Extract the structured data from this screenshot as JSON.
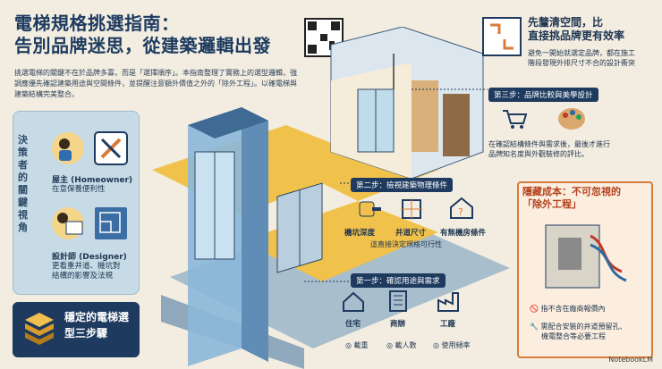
{
  "header": {
    "title_line1": "電梯規格挑選指南：",
    "title_line2": "告別品牌迷思，從建築邏輯出發"
  },
  "intro": "挑選電梯的關鍵不在於品牌多寡，而是「選擇順序」。本指南整理了實務上的選型邏輯，強調應優先確認建築用途與空間條件，並提醒注意額外價值之外的「除外工程」。以確電梯與建築結構完美整合。",
  "sidebar": {
    "label": "決策者的關鍵視角",
    "homeowner_title": "屋主 (Homeowner)",
    "homeowner_desc": "在意保養便利性",
    "designer_title": "設計師 (Designer)",
    "designer_desc1": "更看重井道、機坑對",
    "designer_desc2": "結構的影響及法規"
  },
  "footer_card": {
    "title": "穩定的電梯選型三步驟"
  },
  "callout": {
    "title1": "先釐清空間，比",
    "title2": "直接挑品牌更有效率",
    "desc1": "避免一開始就選定品牌，都在施工",
    "desc2": "階段發現外排尺寸不合的設計衝突"
  },
  "step3": {
    "tag": "第三步：品牌比較與美學設計",
    "desc1": "在確認結構條件與需求後，最後才進行",
    "desc2": "品牌知名度與外觀裝修的評比。"
  },
  "step2": {
    "tag": "第二步：檢視建築物理條件",
    "items": [
      "機坑深度",
      "井道尺寸",
      "有無機房條件"
    ],
    "note": "這直接決定規格可行性"
  },
  "step1": {
    "tag": "第一步：確認用途與需求",
    "uses": [
      "住宅",
      "商辦",
      "工廠"
    ],
    "checks": [
      "載重",
      "載人數",
      "使用頻率"
    ]
  },
  "hidden_cost": {
    "title1": "隱藏成本：不可忽視的",
    "title2": "「除外工程」",
    "item1": "指不含在廠商報價內",
    "item2a": "需配合安裝的井道預留孔、",
    "item2b": "機電整合等必要工程"
  },
  "brand": "NotebookLM",
  "colors": {
    "navy": "#1e3a5f",
    "accent_orange": "#d97b3a",
    "background": "#f3ede1"
  }
}
